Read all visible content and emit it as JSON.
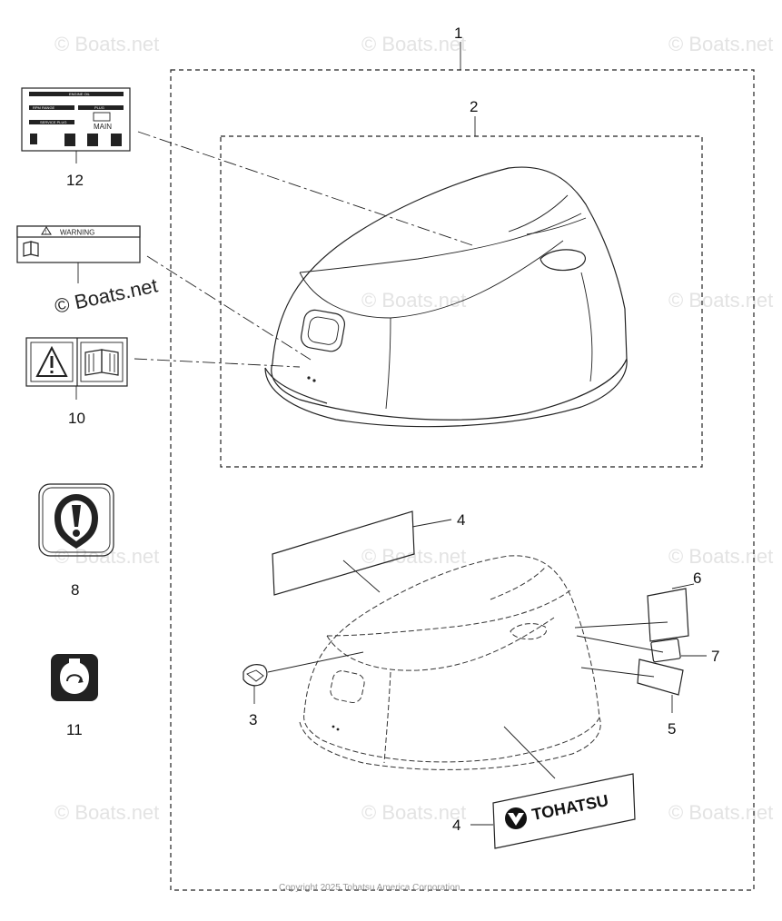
{
  "callouts": {
    "c1": "1",
    "c2": "2",
    "c3": "3",
    "c4a": "4",
    "c4b": "4",
    "c5": "5",
    "c6": "6",
    "c7": "7",
    "c8": "8",
    "c10": "10",
    "c11": "11",
    "c12": "12"
  },
  "watermark": "© Boats.net",
  "warning_label": "WARNING",
  "info_label": {
    "line1": "ENGINE OIL",
    "line2a": "RPM RANGE",
    "line2b": "PLUG",
    "line3": "SERVICE PLUG",
    "line3b": "MAIN"
  },
  "brand": "TOHATSU",
  "copyright": "Copyright 2025 Tohatsu America Corporation"
}
